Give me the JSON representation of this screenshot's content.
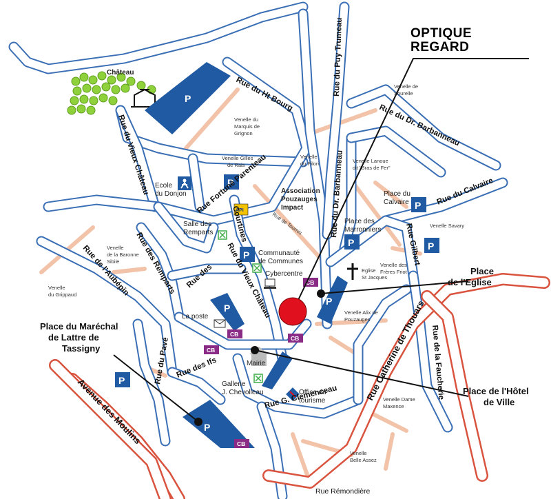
{
  "brand": {
    "line1": "OPTIQUE",
    "line2": "REGARD"
  },
  "streets": {
    "ht_bourg": "Rue du Ht Bourg",
    "vieux_chateau_w": "Rue du Vieux Château",
    "puy_trumeau": "Rue du Puy Trumeau",
    "dr_barbanneau_ne": "Rue du Dr. Barbanneau",
    "dr_barbanneau_v": "Rue du Dr. Barbanneau",
    "fortune": "Rue Fortuné Parenteau",
    "remparts": "Rue des Remparts",
    "aubepin": "Rue de l'Aubépin",
    "courtines": "Courtines",
    "vieux_chateau_c": "Rue du Vieux Château",
    "rue_des": "Rue des",
    "calvaire": "Rue du Calvaire",
    "gilbert": "Rue Gilbert",
    "catherine": "Rue Catherine de Thouars",
    "faucherie": "Rue de la Faucherie",
    "pave": "Rue du Pavé",
    "ifs": "Rue des Ifs",
    "clemenceau": "Rue G. Clemenceau",
    "moulins": "Avenue des Moulins",
    "remondiere": "Rue Rémondière",
    "tournis": "Rue de Tournis"
  },
  "venelles": {
    "marquis": [
      "Venelle du",
      "Marquis de",
      "Grignon"
    ],
    "gilles": [
      "Venelle Gilles",
      "de Rais"
    ],
    "pilori": [
      "Venelle",
      "du Pilori"
    ],
    "sourelle": [
      "Venelle de",
      "Sourelle"
    ],
    "lanoue": [
      "Venelle Lanoue",
      "dit \"Bras de Fer\""
    ],
    "savary": [
      "Venelle Savary"
    ],
    "freres": [
      "Venelle des",
      "Frères Friot"
    ],
    "baronne": [
      "Venelle",
      "de la Baronne",
      "Sibile"
    ],
    "grippaud": [
      "Venelle",
      "du Grippaud"
    ],
    "alix": [
      "Venelle Alix de",
      "Pouzauges"
    ],
    "maxence": [
      "Venelle Dame",
      "Maxence"
    ],
    "belle": [
      "Venelle",
      "Belle Assez"
    ]
  },
  "places": {
    "chateau": "Château",
    "ecole": [
      "Ecole",
      "du Donjon"
    ],
    "association": [
      "Association",
      "Pouzauges",
      "Impact"
    ],
    "salle": [
      "Salle des",
      "Remparts"
    ],
    "communaute": [
      "Communauté",
      "de Communes"
    ],
    "cybercentre": "Cybercentre",
    "laposte": "La poste",
    "mairie": "Mairie",
    "galerie": [
      "Gallerie",
      "J. Chevolleau"
    ],
    "office": [
      "Office du",
      "tourisme"
    ],
    "calvaire": [
      "Place du",
      "Calvaire"
    ],
    "marronniers": [
      "Place des",
      "Marronniers"
    ],
    "eglise_small": [
      "Eglise",
      "St Jacques"
    ]
  },
  "callouts": {
    "eglise": [
      "Place",
      "de l'Eglise"
    ],
    "hotel": [
      "Place de l'Hôtel",
      "de Ville"
    ],
    "marechal": [
      "Place du Maréchal",
      "de Lattre de",
      "Tassigny"
    ]
  },
  "labels": {
    "parking": "P",
    "cb": "CB",
    "api": "API"
  },
  "colors": {
    "road_outline": "#3a6fb5",
    "main_road": "#d9533e",
    "lane": "#f2c3a8",
    "parking": "#1f5aa3",
    "cb": "#8a2b86",
    "marker": "#e0101e",
    "trees": "#8fd13a"
  },
  "icons": [
    "parking-icon",
    "atm-cb-icon",
    "school-icon",
    "church-cross-icon",
    "post-mail-icon",
    "computer-icon",
    "hall-icon",
    "tourism-office-icon",
    "castle-tower-icon",
    "api-logo-icon"
  ]
}
